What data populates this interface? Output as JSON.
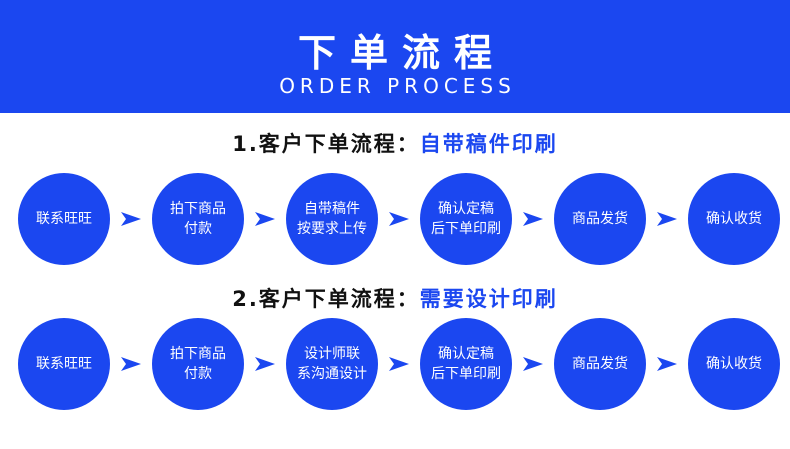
{
  "banner": {
    "title": "下单流程",
    "subtitle": "ORDER PROCESS"
  },
  "process1": {
    "title_prefix": "1.客户下单流程：",
    "title_highlight": "自带稿件印刷",
    "steps": [
      {
        "line1": "联系旺旺",
        "line2": ""
      },
      {
        "line1": "拍下商品",
        "line2": "付款"
      },
      {
        "line1": "自带稿件",
        "line2": "按要求上传"
      },
      {
        "line1": "确认定稿",
        "line2": "后下单印刷"
      },
      {
        "line1": "商品发货",
        "line2": ""
      },
      {
        "line1": "确认收货",
        "line2": ""
      }
    ]
  },
  "process2": {
    "title_prefix": "2.客户下单流程：",
    "title_highlight": "需要设计印刷",
    "steps": [
      {
        "line1": "联系旺旺",
        "line2": ""
      },
      {
        "line1": "拍下商品",
        "line2": "付款"
      },
      {
        "line1": "设计师联",
        "line2": "系沟通设计"
      },
      {
        "line1": "确认定稿",
        "line2": "后下单印刷"
      },
      {
        "line1": "商品发货",
        "line2": ""
      },
      {
        "line1": "确认收货",
        "line2": ""
      }
    ]
  },
  "colors": {
    "brand_blue": "#1b47f0",
    "text_dark": "#111111",
    "white": "#ffffff"
  },
  "icons": {
    "arrow": "arrow-right-icon"
  }
}
